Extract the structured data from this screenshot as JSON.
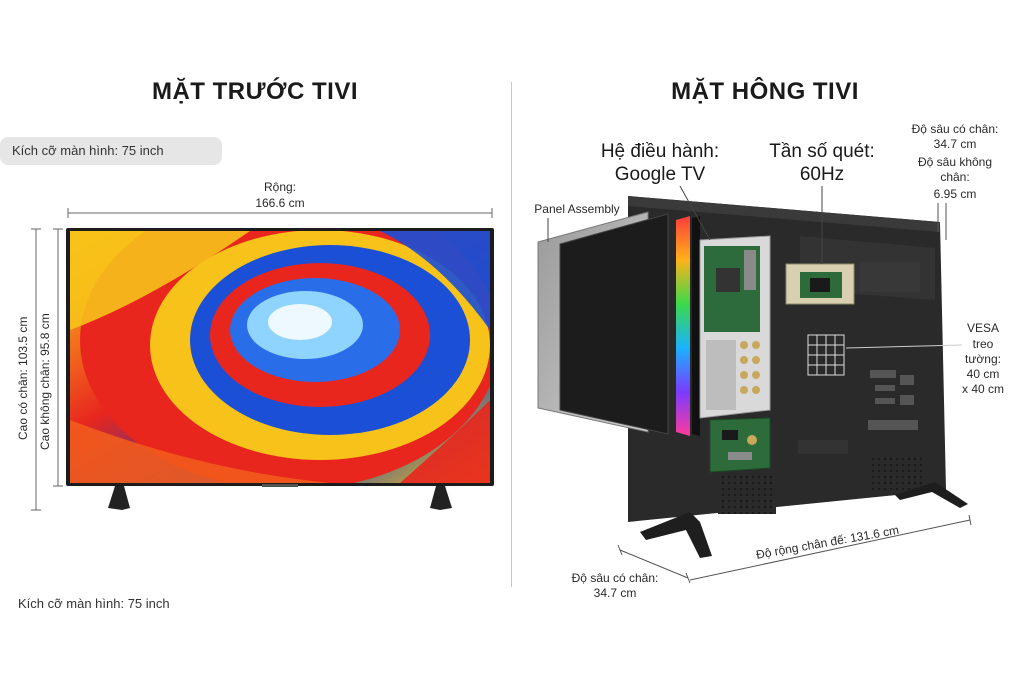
{
  "front": {
    "title": "MẶT TRƯỚC TIVI",
    "screen_size_pill": "Kích cỡ màn hình: 75 inch",
    "width_label": "Rộng:",
    "width_value": "166.6 cm",
    "height_with_stand": "Cao có chân: 103.5 cm",
    "height_without_stand": "Cao không chân: 95.8 cm",
    "screen_size_footer": "Kích cỡ màn hình: 75 inch"
  },
  "side": {
    "title": "MẶT HÔNG TIVI",
    "panel_assembly": "Panel Assembly",
    "os_label": "Hệ điều hành:",
    "os_value": "Google TV",
    "refresh_label": "Tần số quét:",
    "refresh_value": "60Hz",
    "depth_with_stand_label": "Độ sâu có chân:",
    "depth_with_stand_value": "34.7 cm",
    "depth_without_stand_label1": "Độ sâu không",
    "depth_without_stand_label2": "chân:",
    "depth_without_stand_value": "6.95 cm",
    "vesa_line1": "VESA",
    "vesa_line2": "treo",
    "vesa_line3": "tường:",
    "vesa_line4": "40 cm",
    "vesa_line5": "x 40 cm",
    "bottom_depth_label": "Độ sâu có chân:",
    "bottom_depth_value": "34.7 cm",
    "stand_width": "Độ rộng chân đế: 131.6 cm"
  },
  "colors": {
    "bezel": "#1c1c1c",
    "swirl_red": "#e8261e",
    "swirl_blue": "#1a4fd6",
    "swirl_yellow": "#f7c21a",
    "back_panel": "#2a2a2a",
    "pcb_green": "#2e6b3a"
  }
}
